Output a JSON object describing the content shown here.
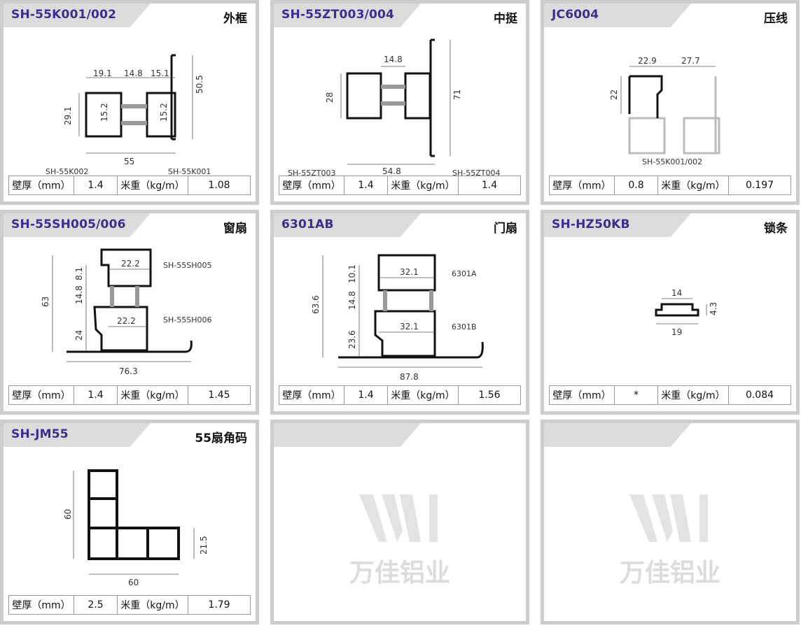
{
  "spec_labels": {
    "wall": "壁厚（mm）",
    "weight": "米重（kg/m）"
  },
  "cards": [
    {
      "code": "SH-55K001/002",
      "name": "外框",
      "wall": "1.4",
      "weight": "1.08",
      "dims": [
        "19.1",
        "14.8",
        "15.1",
        "50.5",
        "29.1",
        "15.2",
        "15.2",
        "55"
      ],
      "labels": [
        "SH-55K002",
        "SH-55K001"
      ]
    },
    {
      "code": "SH-55ZT003/004",
      "name": "中挺",
      "wall": "1.4",
      "weight": "1.4",
      "dims": [
        "14.8",
        "28",
        "71",
        "54.8"
      ],
      "labels": [
        "SH-55ZT003",
        "SH-55ZT004"
      ]
    },
    {
      "code": "JC6004",
      "name": "压线",
      "wall": "0.8",
      "weight": "0.197",
      "dims": [
        "22.9",
        "27.7",
        "22"
      ],
      "labels": [
        "SH-55K001/002"
      ]
    },
    {
      "code": "SH-55SH005/006",
      "name": "窗扇",
      "wall": "1.4",
      "weight": "1.45",
      "dims": [
        "63",
        "8.1",
        "14.8",
        "24",
        "22.2",
        "22.2",
        "76.3"
      ],
      "labels": [
        "SH-55SH005",
        "SH-55SH006"
      ]
    },
    {
      "code": "6301AB",
      "name": "门扇",
      "wall": "1.4",
      "weight": "1.56",
      "dims": [
        "63.6",
        "10.1",
        "14.8",
        "23.6",
        "32.1",
        "32.1",
        "87.8"
      ],
      "labels": [
        "6301A",
        "6301B"
      ]
    },
    {
      "code": "SH-HZ50KB",
      "name": "锁条",
      "wall": "*",
      "weight": "0.084",
      "dims": [
        "14",
        "4.3",
        "19"
      ],
      "labels": []
    },
    {
      "code": "SH-JM55",
      "name": "55扇角码",
      "wall": "2.5",
      "weight": "1.79",
      "dims": [
        "60",
        "21.5",
        "60"
      ],
      "labels": []
    },
    {
      "code": "",
      "name": "",
      "watermark": "万佳铝业"
    },
    {
      "code": "",
      "name": "",
      "watermark": "万佳铝业"
    }
  ]
}
